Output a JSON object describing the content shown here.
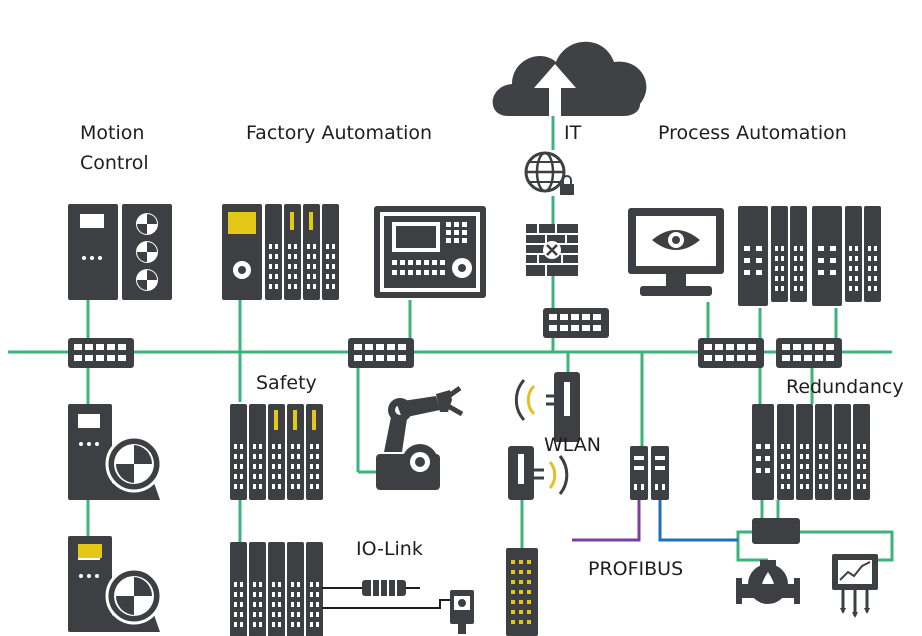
{
  "labels": {
    "motion_control_1": "Motion",
    "motion_control_2": "Control",
    "factory_automation": "Factory Automation",
    "it": "IT",
    "process_automation": "Process Automation",
    "safety": "Safety",
    "redundancy": "Redundancy",
    "wlan": "WLAN",
    "io_link": "IO-Link",
    "profibus": "PROFIBUS"
  },
  "colors": {
    "network_line": "#3cb37a",
    "device_body": "#3e3f43",
    "device_light": "#ffffff",
    "accent_yellow": "#e4c818",
    "cloud": "#404145",
    "profibus_purple": "#7a3f9a",
    "profibus_blue": "#1f6fc0",
    "wlan_waves": "#e2c020"
  }
}
